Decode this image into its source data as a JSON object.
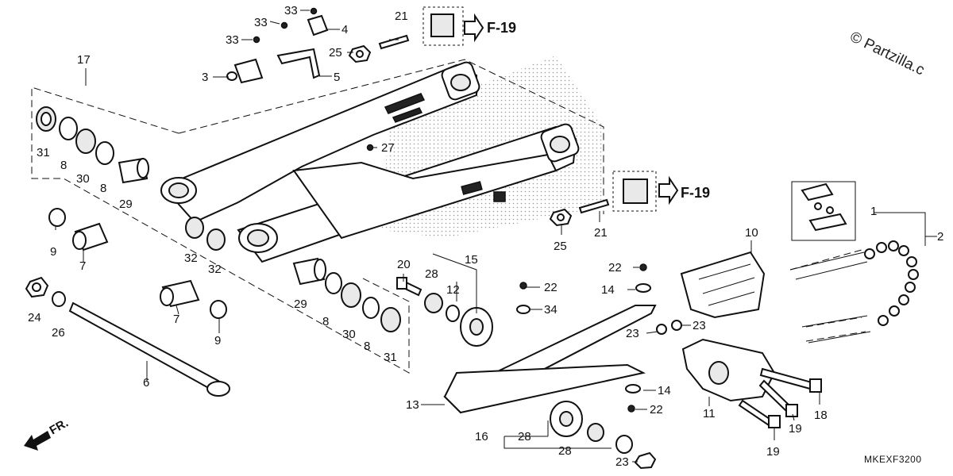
{
  "diagram_code": "MKEXF3200",
  "copyright": "© Partzilla.c",
  "front_arrow_label": "FR.",
  "references": [
    {
      "label": "F-19"
    },
    {
      "label": "F-19"
    }
  ],
  "callouts": [
    "1",
    "2",
    "3",
    "4",
    "5",
    "6",
    "7",
    "7",
    "8",
    "8",
    "8",
    "8",
    "9",
    "9",
    "10",
    "11",
    "12",
    "13",
    "14",
    "14",
    "15",
    "16",
    "17",
    "18",
    "19",
    "19",
    "20",
    "21",
    "21",
    "22",
    "22",
    "22",
    "23",
    "23",
    "23",
    "24",
    "25",
    "25",
    "26",
    "27",
    "28",
    "28",
    "28",
    "29",
    "29",
    "30",
    "30",
    "31",
    "31",
    "32",
    "32",
    "33",
    "33",
    "33",
    "34"
  ],
  "colors": {
    "ink": "#111111",
    "paper": "#ffffff",
    "stipple": "#9a9a9a"
  }
}
